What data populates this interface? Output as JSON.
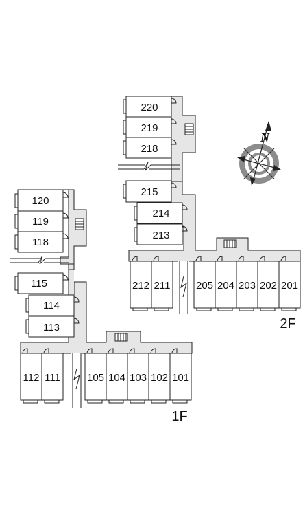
{
  "floor_1": {
    "label": "1F",
    "stack_units": [
      "120",
      "119",
      "118",
      "115",
      "114",
      "113"
    ],
    "row_units": [
      "112",
      "111",
      "105",
      "104",
      "103",
      "102",
      "101"
    ]
  },
  "floor_2": {
    "label": "2F",
    "stack_units": [
      "220",
      "219",
      "218",
      "215",
      "214",
      "213"
    ],
    "row_units": [
      "212",
      "211",
      "205",
      "204",
      "203",
      "202",
      "201"
    ]
  },
  "compass": {
    "north_label": "N"
  },
  "colors": {
    "corridor": "#e6e6e6",
    "outline": "#222222",
    "unit_fill": "#ffffff",
    "compass_ring": "#8c8c8c"
  },
  "icons": [
    "staircase-icon",
    "door-swing-icon",
    "compass-rose-icon",
    "break-line-icon"
  ]
}
